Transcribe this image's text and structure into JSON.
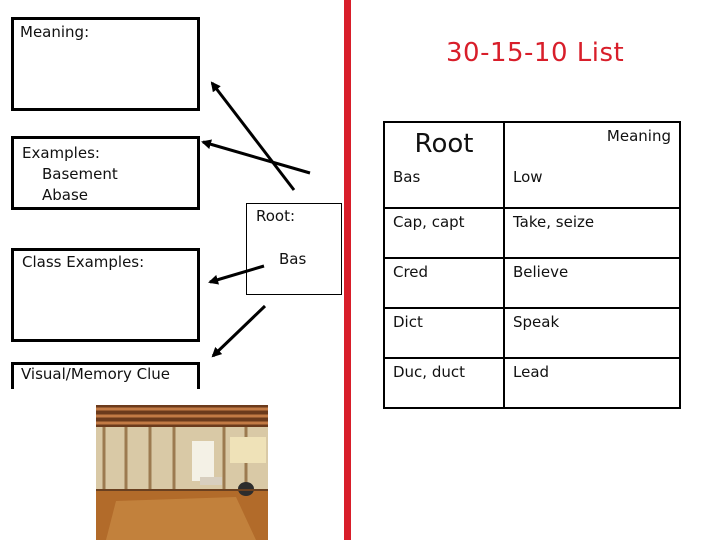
{
  "boxes": {
    "meaning_label": "Meaning:",
    "examples_label": "Examples:",
    "examples_items": [
      "Basement",
      "Abase"
    ],
    "class_examples_label": "Class Examples:",
    "visual_clue_label": "Visual/Memory Clue"
  },
  "center": {
    "root_label": "Root:",
    "root_value": "Bas"
  },
  "list": {
    "title": "30-15-10 List",
    "headers": {
      "root": "Root",
      "meaning": "Meaning"
    },
    "rows": [
      {
        "root": "Bas",
        "meaning": "Low"
      },
      {
        "root": "Cap, capt",
        "meaning": "Take, seize"
      },
      {
        "root": "Cred",
        "meaning": "Believe"
      },
      {
        "root": "Dict",
        "meaning": "Speak"
      },
      {
        "root": "Duc, duct",
        "meaning": "Lead"
      }
    ]
  },
  "colors": {
    "accent_red": "#d81e2a",
    "border": "#000000"
  }
}
